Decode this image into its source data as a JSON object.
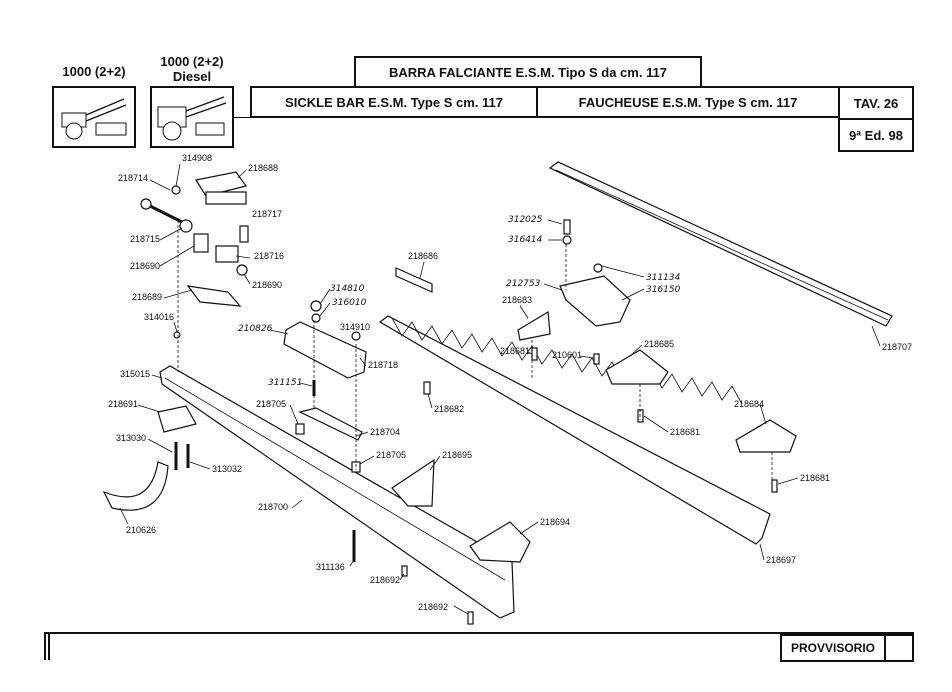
{
  "header": {
    "model_a": "1000 (2+2)",
    "model_b_line1": "1000 (2+2)",
    "model_b_line2": "Diesel",
    "title_it": "BARRA FALCIANTE E.S.M. Tipo S da cm. 117",
    "title_en": "SICKLE BAR E.S.M. Type S cm. 117",
    "title_fr": "FAUCHEUSE E.S.M. Type S cm. 117",
    "table": "TAV. 26",
    "edition": "9ª Ed. 98"
  },
  "footer": {
    "status": "PROVVISORIO"
  },
  "parts": {
    "p218714": "218714",
    "p314908": "314908",
    "p218688": "218688",
    "p218717": "218717",
    "p218715": "218715",
    "p218716": "218716",
    "p218690a": "218690",
    "p218690b": "218690",
    "p218689": "218689",
    "p314016": "314016",
    "p315015": "315015",
    "p218691": "218691",
    "p313030": "313030",
    "p313032": "313032",
    "p210626": "210626",
    "p218686": "218686",
    "p314810": "314810",
    "p316010": "316010",
    "p210826": "210826",
    "p314910": "314910",
    "p218718": "218718",
    "p311151": "311151",
    "p218705a": "218705",
    "p218704": "218704",
    "p218705b": "218705",
    "p218700": "218700",
    "p218695": "218695",
    "p311136": "311136",
    "p218692a": "218692",
    "p218694": "218694",
    "p218692b": "218692",
    "p312025": "312025",
    "p316414": "316414",
    "p311134": "311134",
    "p212753": "212753",
    "p316150": "316150",
    "p218683": "218683",
    "p218681a": "218681",
    "p210601": "210601",
    "p218685": "218685",
    "p218682": "218682",
    "p218681b": "218681",
    "p218684": "218684",
    "p218681c": "218681",
    "p218697": "218697",
    "p218707": "218707"
  }
}
